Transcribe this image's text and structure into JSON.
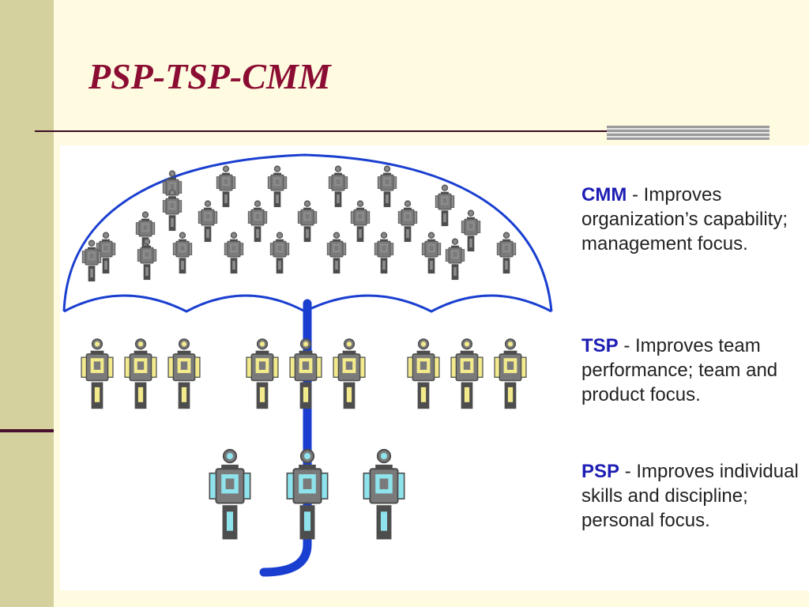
{
  "slide": {
    "title": "PSP-TSP-CMM"
  },
  "descriptions": {
    "cmm": {
      "term": "CMM",
      "text": " - Improves organization’s capability; management focus."
    },
    "tsp": {
      "term": "TSP",
      "text": " - Improves team performance; team and product focus."
    },
    "psp": {
      "term": "PSP",
      "text": " - Improves individual skills and discipline; personal focus."
    }
  },
  "figures": {
    "cmm": {
      "color": "#8c8c8c",
      "count": 25
    },
    "tsp": {
      "color": "#f2ea8c",
      "count": 9
    },
    "psp": {
      "color": "#8fe3ec",
      "count": 3
    }
  },
  "colors": {
    "umbrella": "#1a3fd0",
    "term": "#1e1eb4",
    "title": "#8b0d33"
  }
}
